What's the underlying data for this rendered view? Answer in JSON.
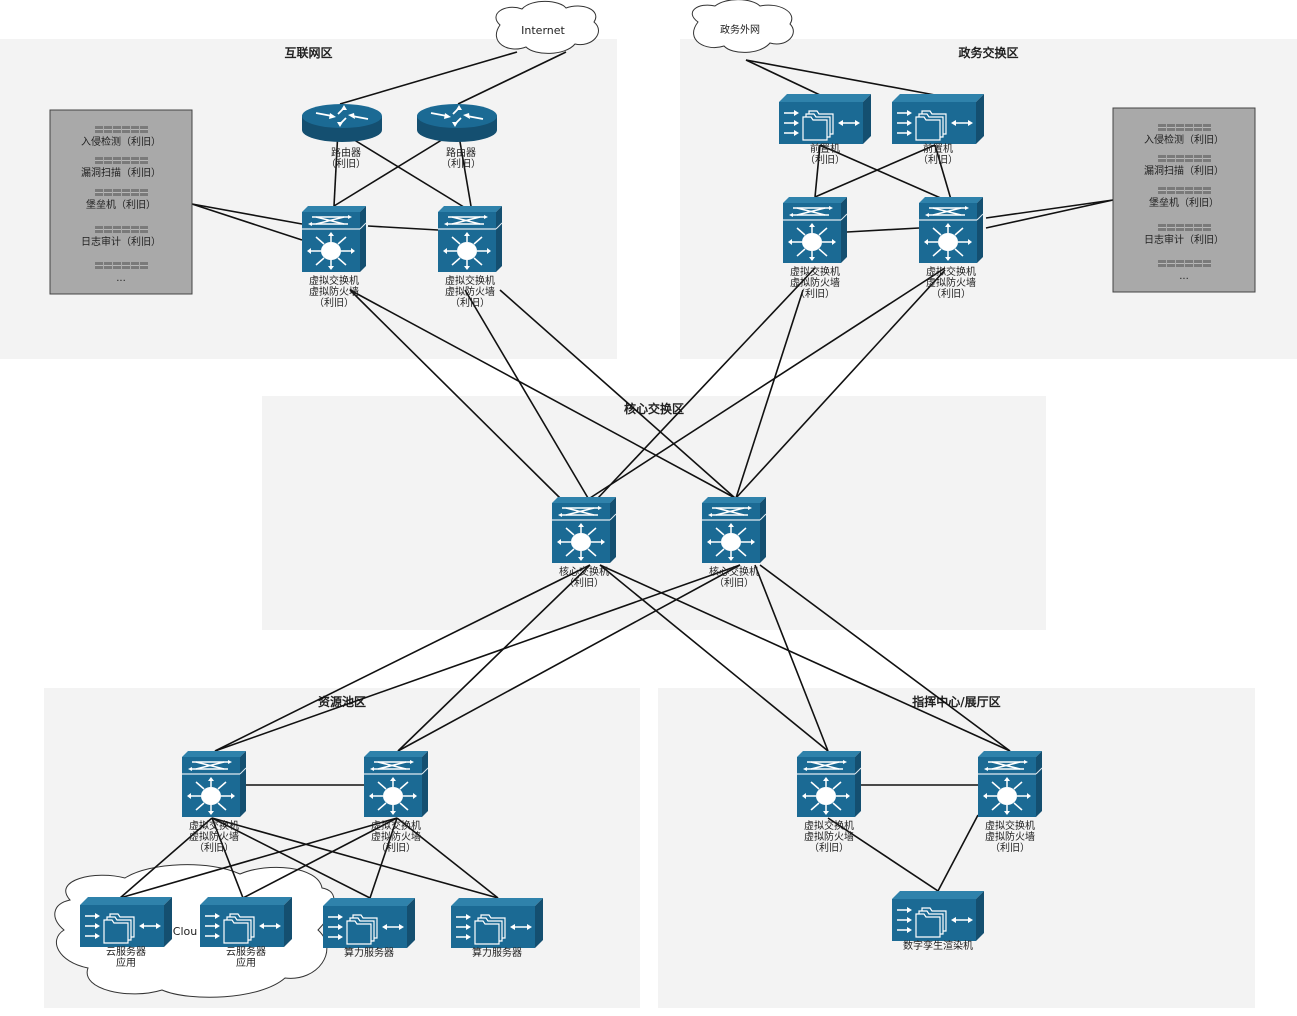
{
  "zones": {
    "internet": {
      "title": "互联网区"
    },
    "gov_exchange": {
      "title": "政务交换区"
    },
    "core": {
      "title": "核心交换区"
    },
    "resource_pool": {
      "title": "资源池区"
    },
    "command_center": {
      "title": "指挥中心/展厅区"
    }
  },
  "clouds": {
    "internet": "Internet",
    "gov_external": "政务外网",
    "cloud_pool": "Clou"
  },
  "security_box": {
    "items": [
      "入侵检测（利旧）",
      "漏洞扫描（利旧）",
      "堡垒机（利旧）",
      "日志审计（利旧）",
      "..."
    ]
  },
  "nodes": {
    "router1": [
      "路由器",
      "（利旧）"
    ],
    "router2": [
      "路由器",
      "（利旧）"
    ],
    "inet_vsw1": [
      "虚拟交换机",
      "虚拟防火墙",
      "（利旧）"
    ],
    "inet_vsw2": [
      "虚拟交换机",
      "虚拟防火墙",
      "（利旧）"
    ],
    "fep1": [
      "前置机",
      "（利旧）"
    ],
    "fep2": [
      "前置机",
      "（利旧）"
    ],
    "gov_vsw1": [
      "虚拟交换机",
      "虚拟防火墙",
      "（利旧）"
    ],
    "gov_vsw2": [
      "虚拟交换机",
      "虚拟防火墙",
      "（利旧）"
    ],
    "core1": [
      "核心交换机",
      "（利旧）"
    ],
    "core2": [
      "核心交换机",
      "（利旧）"
    ],
    "res_vsw1": [
      "虚拟交换机",
      "虚拟防火墙",
      "（利旧）"
    ],
    "res_vsw2": [
      "虚拟交换机",
      "虚拟防火墙",
      "（利旧）"
    ],
    "cloud_srv1": [
      "云服务器",
      "应用"
    ],
    "cloud_srv2": [
      "云服务器",
      "应用"
    ],
    "compute_srv1": [
      "算力服务器"
    ],
    "compute_srv2": [
      "算力服务器"
    ],
    "cmd_vsw1": [
      "虚拟交换机",
      "虚拟防火墙",
      "（利旧）"
    ],
    "cmd_vsw2": [
      "虚拟交换机",
      "虚拟防火墙",
      "（利旧）"
    ],
    "render": [
      "数字孪生渲染机"
    ]
  },
  "colors": {
    "device": "#1b6a94",
    "device_dark": "#144f70",
    "device_top": "#2f82ab",
    "zone_bg": "#f3f3f3",
    "security_box": "#a9a9a9",
    "link": "#111111"
  }
}
